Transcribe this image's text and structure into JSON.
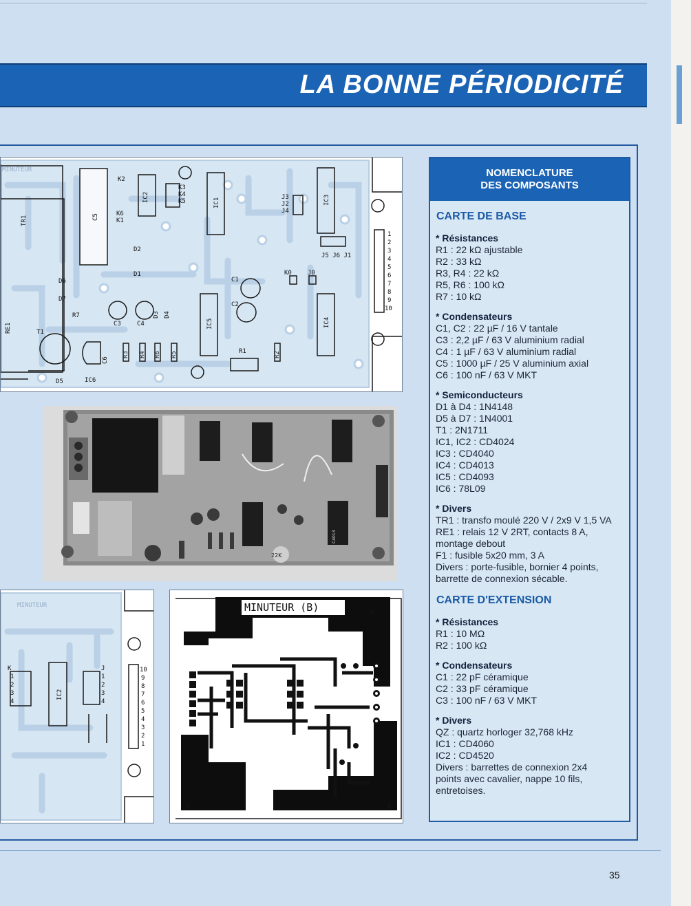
{
  "page": {
    "title": "LA BONNE PÉRIODICITÉ",
    "page_number": "35"
  },
  "figures": {
    "base_board": {
      "labels": [
        "MINUTEUR",
        "TR1",
        "RE1",
        "K2",
        "K6",
        "K1",
        "C5",
        "IC2",
        "K3",
        "K4",
        "K5",
        "IC1",
        "J3",
        "J2",
        "J4",
        "IC3",
        "J5",
        "J6",
        "J1",
        "D2",
        "D1",
        "D6",
        "D7",
        "R7",
        "T1",
        "C3",
        "C4",
        "D3",
        "D4",
        "C1",
        "C2",
        "K0",
        "J0",
        "IC5",
        "IC4",
        "C6",
        "R3",
        "R4",
        "R6",
        "R5",
        "R1",
        "R2",
        "D5",
        "IC6",
        "1",
        "2",
        "3",
        "4",
        "5",
        "6",
        "7",
        "8",
        "9",
        "10"
      ]
    },
    "extension_board": {
      "labels": [
        "MINUTEUR",
        "K",
        "J",
        "IC2",
        "1",
        "2",
        "3",
        "4",
        "1",
        "2",
        "3",
        "4",
        "10",
        "9",
        "8",
        "7",
        "6",
        "5",
        "4",
        "3",
        "2",
        "1"
      ]
    },
    "copper_side": {
      "caption": "MINUTEUR (B)"
    },
    "photo": {
      "labels": [
        "22K",
        "C4013"
      ]
    }
  },
  "nomenclature": {
    "header_line1": "NOMENCLATURE",
    "header_line2": "DES COMPOSANTS",
    "sections": [
      {
        "title": "CARTE DE BASE",
        "groups": [
          {
            "title": "* Résistances",
            "lines": [
              "R1 : 22 kΩ ajustable",
              "R2 : 33 kΩ",
              "R3, R4 : 22 kΩ",
              "R5, R6 : 100 kΩ",
              "R7 : 10 kΩ"
            ]
          },
          {
            "title": "* Condensateurs",
            "lines": [
              "C1, C2 : 22 µF / 16 V tantale",
              "C3 : 2,2 µF / 63 V aluminium radial",
              "C4 : 1 µF / 63 V aluminium radial",
              "C5 : 1000 µF / 25 V aluminium axial",
              "C6 : 100 nF / 63 V MKT"
            ]
          },
          {
            "title": "* Semiconducteurs",
            "lines": [
              "D1 à D4 : 1N4148",
              "D5 à D7 : 1N4001",
              "T1 : 2N1711",
              "IC1, IC2 : CD4024",
              "IC3 : CD4040",
              "IC4 : CD4013",
              "IC5 : CD4093",
              "IC6 : 78L09"
            ]
          },
          {
            "title": "* Divers",
            "lines": [
              "TR1 : transfo moulé 220 V / 2x9 V 1,5 VA",
              "RE1 : relais 12 V 2RT, contacts 8 A,",
              "montage debout",
              "F1 : fusible 5x20 mm, 3 A",
              "Divers : porte-fusible, bornier 4 points,",
              "barrette de connexion sécable."
            ]
          }
        ]
      },
      {
        "title": "CARTE D'EXTENSION",
        "groups": [
          {
            "title": "* Résistances",
            "lines": [
              "R1 : 10 MΩ",
              "R2 : 100 kΩ"
            ]
          },
          {
            "title": "* Condensateurs",
            "lines": [
              "C1 : 22 pF céramique",
              "C2 : 33 pF céramique",
              "C3 : 100 nF / 63 V MKT"
            ]
          },
          {
            "title": "* Divers",
            "lines": [
              "QZ : quartz horloger 32,768 kHz",
              "IC1 : CD4060",
              "IC2 : CD4520",
              "Divers : barrettes de connexion 2x4",
              "points avec cavalier, nappe 10 fils,",
              "entretoises."
            ]
          }
        ]
      }
    ]
  }
}
